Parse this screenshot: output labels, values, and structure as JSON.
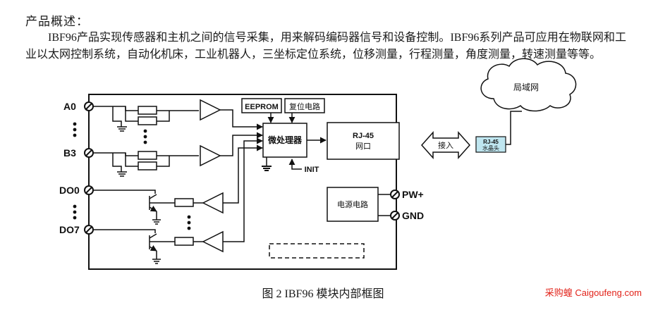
{
  "heading": "产品概述：",
  "paragraph": "IBF96产品实现传感器和主机之间的信号采集，用来解码编码器信号和设备控制。IBF96系列产品可应用在物联网和工业以太网控制系统，自动化机床，工业机器人，三坐标定位系统，位移测量，行程测量，角度测量，转速测量等等。",
  "diagram": {
    "pins": {
      "a0": "A0",
      "b3": "B3",
      "do0": "DO0",
      "do7": "DO7",
      "pw": "PW+",
      "gnd": "GND"
    },
    "blocks": {
      "eeprom": "EEPROM",
      "reset": "复位电路",
      "mcu": "微处理器",
      "init": "INIT",
      "rj45_title": "RJ-45",
      "rj45_sub": "网口",
      "power": "电源电路",
      "cloud": "局域网",
      "access": "接入",
      "crystal_title": "RJ-45",
      "crystal_sub": "水晶头"
    },
    "colors": {
      "line": "#111111",
      "crystal_fill": "#bfe6f0"
    }
  },
  "caption": "图 2    IBF96 模块内部框图",
  "watermark": "采购蝗 Caigoufeng.com"
}
